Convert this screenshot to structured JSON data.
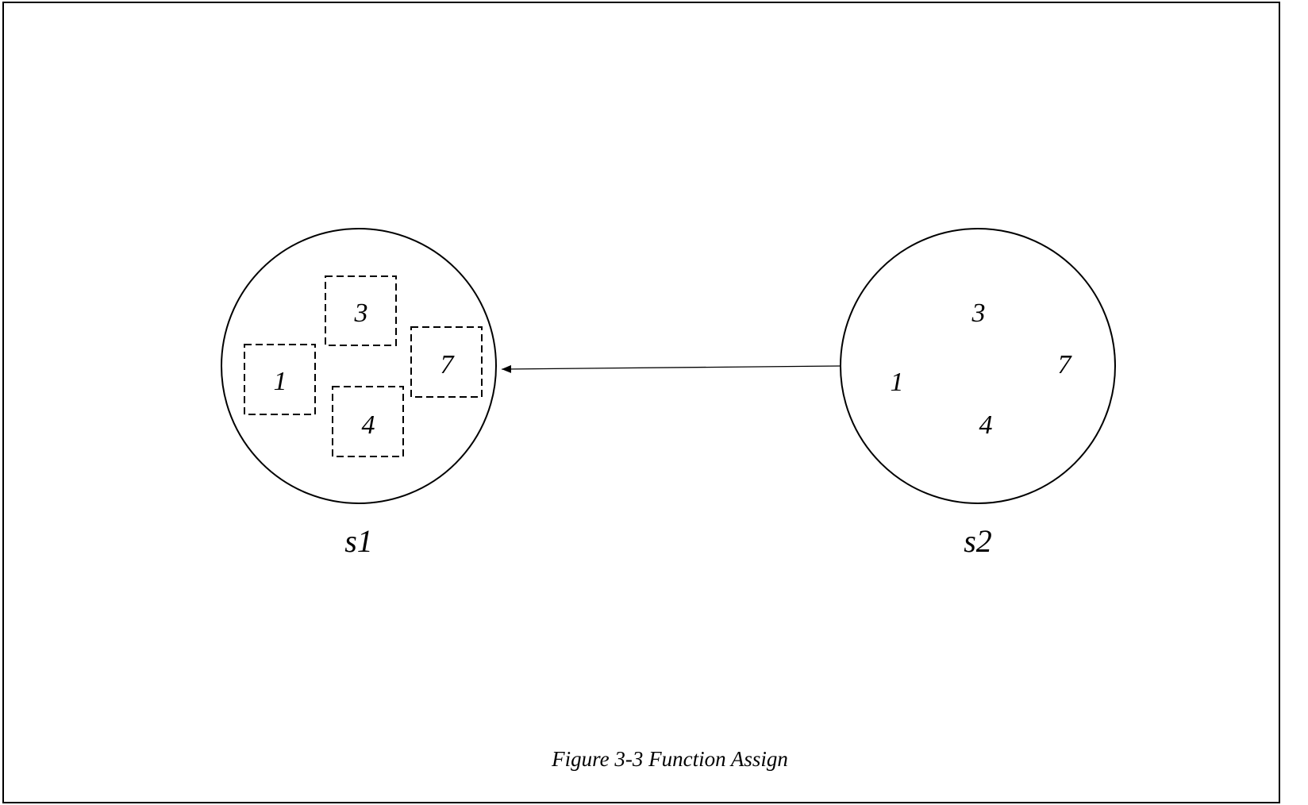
{
  "diagram": {
    "left_set": {
      "label": "s1",
      "elements": [
        {
          "id": "n3",
          "text": "3",
          "boxed": true
        },
        {
          "id": "n1",
          "text": "1",
          "boxed": true
        },
        {
          "id": "n7",
          "text": "7",
          "boxed": true
        },
        {
          "id": "n4",
          "text": "4",
          "boxed": true
        }
      ]
    },
    "right_set": {
      "label": "s2",
      "elements": [
        {
          "id": "n3",
          "text": "3",
          "boxed": false
        },
        {
          "id": "n1",
          "text": "1",
          "boxed": false
        },
        {
          "id": "n7",
          "text": "7",
          "boxed": false
        },
        {
          "id": "n4",
          "text": "4",
          "boxed": false
        }
      ]
    },
    "arrow": {
      "from": "s2",
      "to": "s1"
    },
    "caption": "Figure 3-3 Function Assign"
  },
  "colors": {
    "stroke": "#000000",
    "background": "#ffffff"
  }
}
